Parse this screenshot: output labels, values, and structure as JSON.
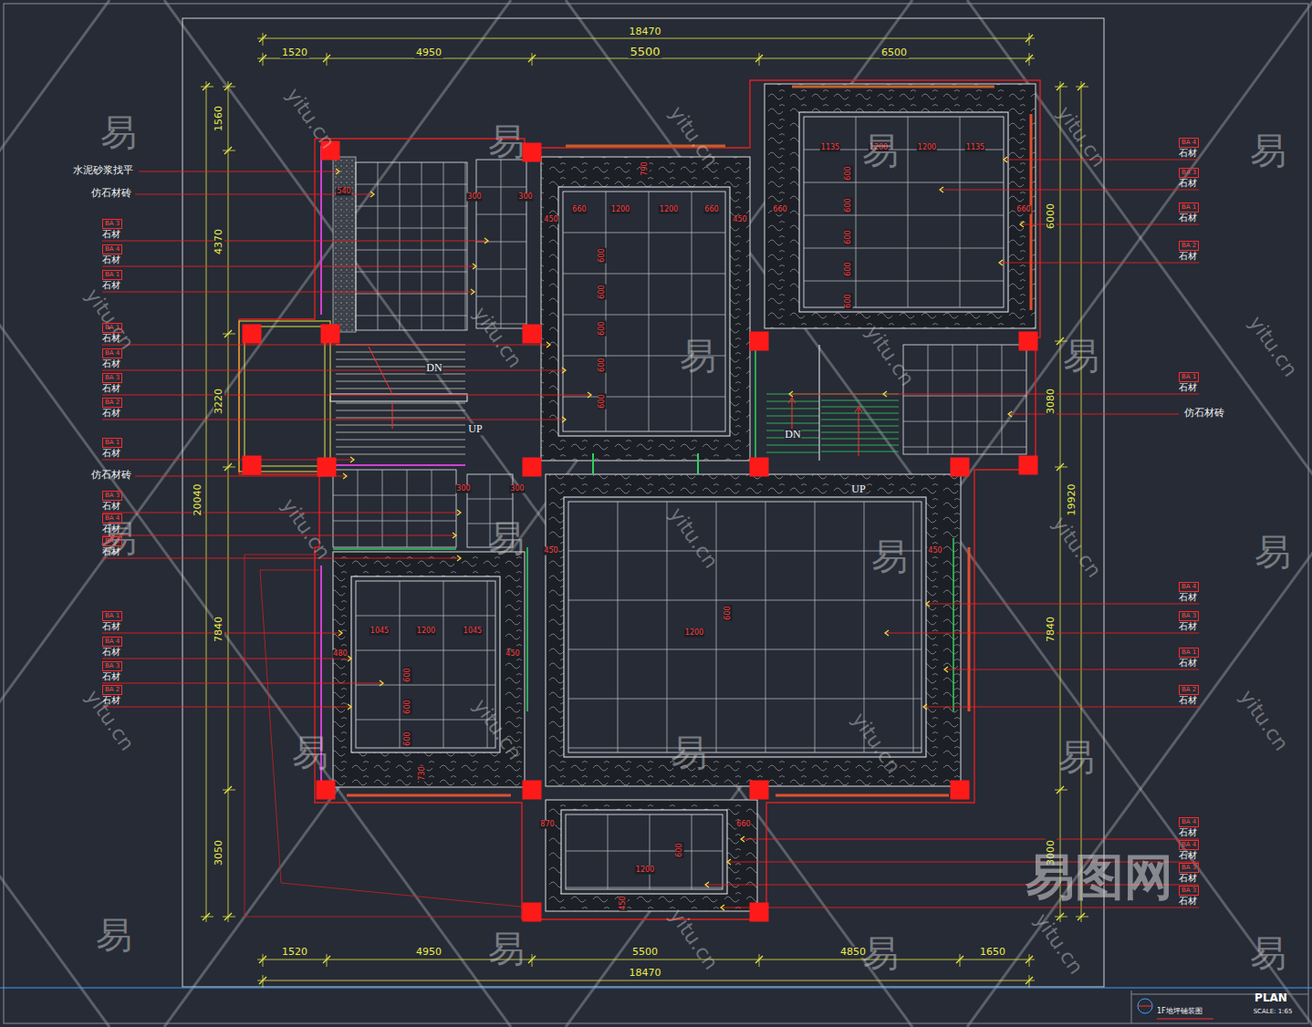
{
  "diagram": {
    "nodes": [
      {
        "text": [
          "BA 3",
          "石材"
        ]
      },
      {
        "text": [
          "BA 4",
          "石材"
        ]
      },
      {
        "text": [
          "BA 1",
          "石材"
        ]
      },
      {
        "text": [
          "BA 1",
          "石材"
        ]
      },
      {
        "text": [
          "BA 4",
          "石材"
        ]
      },
      {
        "text": [
          "BA 3",
          "石材"
        ]
      },
      {
        "text": [
          "BA 2",
          "石材"
        ]
      },
      {
        "text": [
          "BA 1",
          "石材"
        ]
      },
      {
        "text": [
          "BA 3",
          "石材"
        ]
      },
      {
        "text": [
          "BA 4",
          "石材"
        ]
      },
      {
        "text": [
          "BA 1",
          "石材"
        ]
      },
      {
        "text": [
          "BA 1",
          "石材"
        ]
      },
      {
        "text": [
          "BA 4",
          "石材"
        ]
      },
      {
        "text": [
          "BA 3",
          "石材"
        ]
      },
      {
        "text": [
          "BA 2",
          "石材"
        ]
      },
      {
        "text": [
          "BA 4",
          "石材"
        ]
      },
      {
        "text": [
          "BA 3",
          "石材"
        ]
      },
      {
        "text": [
          "BA 1",
          "石材"
        ]
      },
      {
        "text": [
          "BA 2",
          "石材"
        ]
      },
      {
        "text": [
          "BA 1",
          "石材"
        ]
      },
      {
        "text": [
          "BA 4",
          "石材"
        ]
      },
      {
        "text": [
          "BA 3",
          "石材"
        ]
      },
      {
        "text": [
          "BA 1",
          "石材"
        ]
      },
      {
        "text": [
          "BA 2",
          "石材"
        ]
      },
      {
        "text": [
          "BA 4",
          "石材"
        ]
      },
      {
        "text": [
          "BA 4",
          "石材"
        ]
      },
      {
        "text": [
          "BA 3",
          "石材"
        ]
      },
      {
        "text": [
          "BA 3",
          "石材"
        ]
      }
    ],
    "labels": [
      "18470",
      "1520",
      "4950",
      "5500",
      "6500",
      "1520",
      "4950",
      "5500",
      "4850",
      "1650",
      "18470",
      "1560",
      "4370",
      "3220",
      "20040",
      "7840",
      "3050",
      "6000",
      "3080",
      "19920",
      "7840",
      "3000",
      "水泥砂浆找平",
      "仿石材砖",
      "仿石材砖",
      "仿石材砖",
      "DN",
      "UP",
      "DN",
      "UP",
      "1135",
      "1200",
      "1200",
      "1135",
      "660",
      "1200",
      "1200",
      "660",
      "450",
      "450",
      "790",
      "660",
      "660",
      "540",
      "300",
      "300",
      "1045",
      "1200",
      "1045",
      "480",
      "450",
      "450",
      "450",
      "1200",
      "600",
      "870",
      "660",
      "1200",
      "600",
      "450",
      "730",
      "300",
      "300",
      "600",
      "600",
      "600",
      "600",
      "600",
      "600",
      "600",
      "600",
      "600",
      "600",
      "600",
      "600",
      "600",
      "1F地坪铺装图",
      "PLAN",
      "SCALE: 1:65",
      "易",
      "易",
      "易",
      "易",
      "易",
      "易",
      "易",
      "易",
      "易",
      "易",
      "易",
      "易",
      "易",
      "易",
      "易",
      "易",
      "易",
      "yitu.cn",
      "yitu.cn",
      "yitu.cn",
      "yitu.cn",
      "yitu.cn",
      "yitu.cn",
      "yitu.cn",
      "yitu.cn",
      "yitu.cn",
      "yitu.cn",
      "yitu.cn",
      "yitu.cn",
      "yitu.cn",
      "yitu.cn",
      "yitu.cn",
      "yitu.cn",
      "易图网"
    ]
  }
}
